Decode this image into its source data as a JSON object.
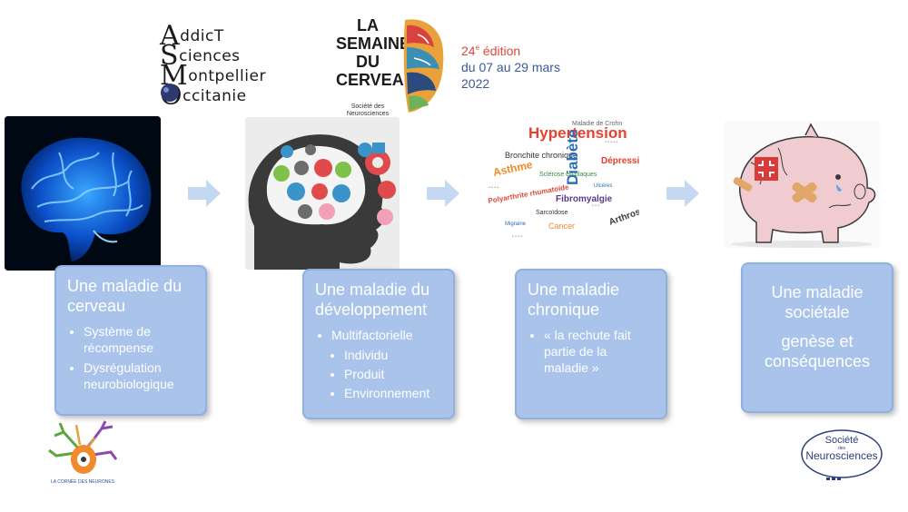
{
  "header": {
    "addict_logo": [
      "ddicT",
      "ciences",
      "ontpellier",
      "ccitanie"
    ],
    "addict_caps": [
      "A",
      "S",
      "M",
      "O"
    ],
    "semaine_title": [
      "LA",
      "SEMAINE",
      "DU",
      "CERVEAU"
    ],
    "semaine_sub": "Société des Neurosciences",
    "edition_num": "24",
    "edition_sup": "e",
    "edition_word": " édition",
    "edition_dates": "du 07 au 29 mars",
    "edition_year": "2022"
  },
  "stages": [
    {
      "title": "Une maladie du cerveau",
      "bullets": [
        "Système de récompense",
        "Dysrégulation neurobiologique"
      ]
    },
    {
      "title": "Une maladie du développement",
      "bullets": [
        "Multifactorielle"
      ],
      "sub_bullets": [
        "Individu",
        "Produit",
        "Environnement"
      ]
    },
    {
      "title": "Une maladie chronique",
      "bullets": [
        "« la rechute fait partie de la maladie »"
      ]
    },
    {
      "title": "Une maladie sociétale",
      "subtitle": "genèse et conséquences"
    }
  ],
  "wordcloud": [
    "Hypertension",
    "Diabète",
    "Bronchite chronique",
    "Asthme",
    "Polyarthrite rhumatoïde",
    "Fibromyalgie",
    "Cancer",
    "Sarcoïdose",
    "Dépression",
    "Maladie de Crohn",
    "Arthrose",
    "Sclérose en plaques",
    "Ulcères",
    "Migraine"
  ],
  "footer": {
    "neurones_caption": "LA CORNÉE DES NEURONES",
    "societe_lines": [
      "Société",
      "des",
      "Neurosciences"
    ]
  },
  "colors": {
    "box_fill": "#a9c3ea",
    "box_border": "#8fb0e0",
    "arrow": "#c5d8f2",
    "edition_red": "#e0463a",
    "edition_blue": "#3a5a9a"
  }
}
